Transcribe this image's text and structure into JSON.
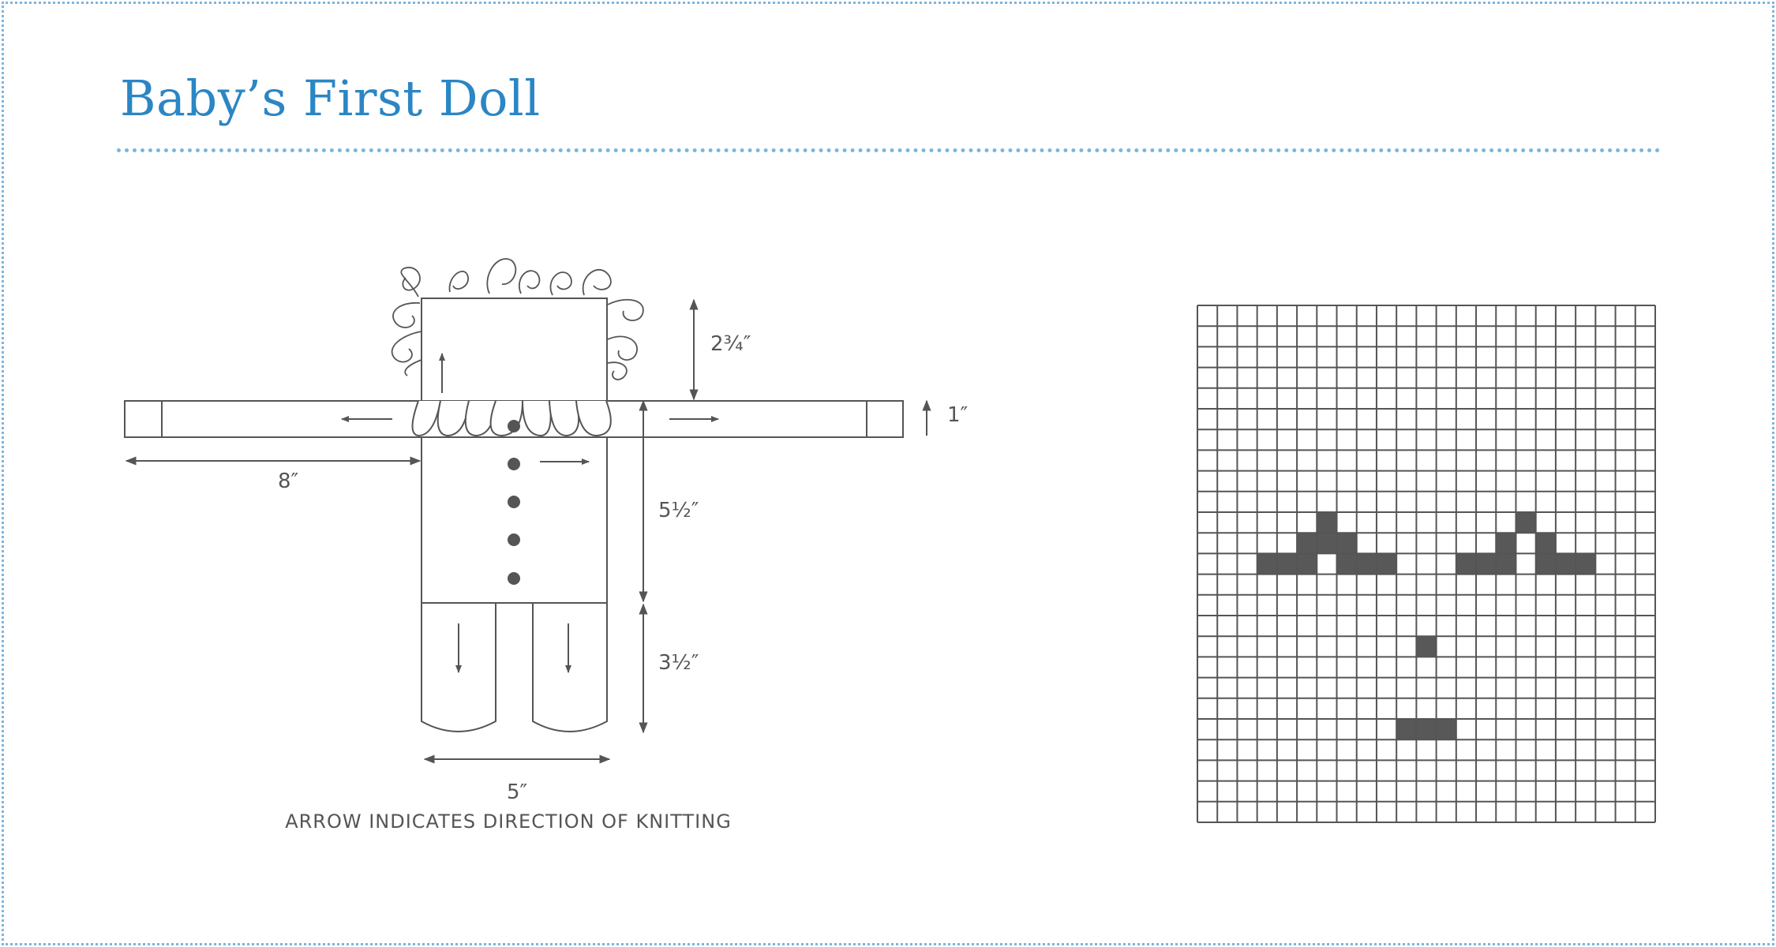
{
  "title": "Baby’s First Doll",
  "colors": {
    "title": "#2b86c4",
    "dotted_border": "#7ab6de",
    "line": "#555555",
    "filled_cell": "#585858"
  },
  "doll_diagram": {
    "dimensions": {
      "head_height": "2¾″",
      "arm_width": "1″",
      "arm_length": "8″",
      "body_height": "5½″",
      "leg_height": "3½″",
      "body_width": "5″"
    },
    "note": "ARROW INDICATES DIRECTION OF KNITTING",
    "buttons": 5
  },
  "face_chart": {
    "columns": 23,
    "rows": 25,
    "filled_cells": [
      [
        11,
        6
      ],
      [
        10,
        6
      ],
      [
        11,
        5
      ],
      [
        11,
        7
      ],
      [
        12,
        3
      ],
      [
        12,
        4
      ],
      [
        12,
        5
      ],
      [
        12,
        7
      ],
      [
        12,
        8
      ],
      [
        12,
        9
      ],
      [
        10,
        16
      ],
      [
        11,
        15
      ],
      [
        11,
        17
      ],
      [
        12,
        13
      ],
      [
        12,
        14
      ],
      [
        12,
        15
      ],
      [
        12,
        17
      ],
      [
        12,
        18
      ],
      [
        12,
        19
      ],
      [
        16,
        11
      ],
      [
        20,
        10
      ],
      [
        20,
        11
      ],
      [
        20,
        12
      ]
    ]
  }
}
